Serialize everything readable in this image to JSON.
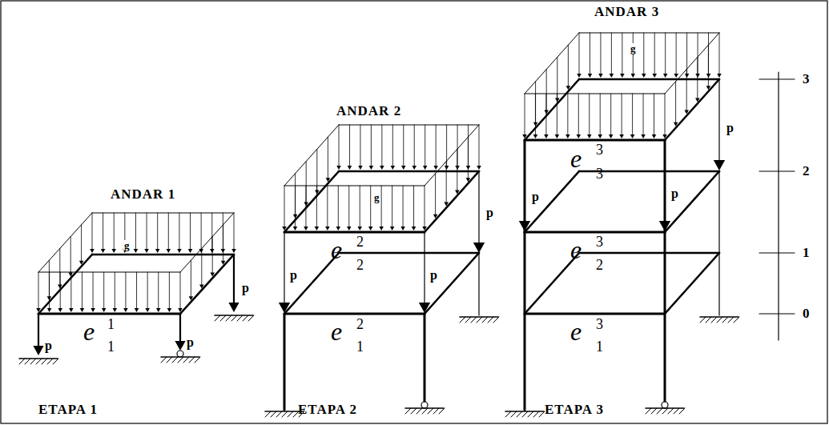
{
  "diagram": {
    "labels": [
      "ANDAR 3",
      "g",
      "3",
      "p",
      "ANDAR 2",
      "e",
      "3",
      "3",
      "2",
      "g",
      "p",
      "ANDAR 1",
      "p",
      "p",
      "e",
      "2",
      "2",
      "e",
      "3",
      "2",
      "1",
      "g",
      "p",
      "p",
      "p",
      "0",
      "e",
      "1",
      "1",
      "p",
      "p",
      "e",
      "2",
      "1",
      "e",
      "3",
      "1",
      "ETAPA 1",
      "ETAPA 2",
      "ETAPA 3"
    ]
  }
}
